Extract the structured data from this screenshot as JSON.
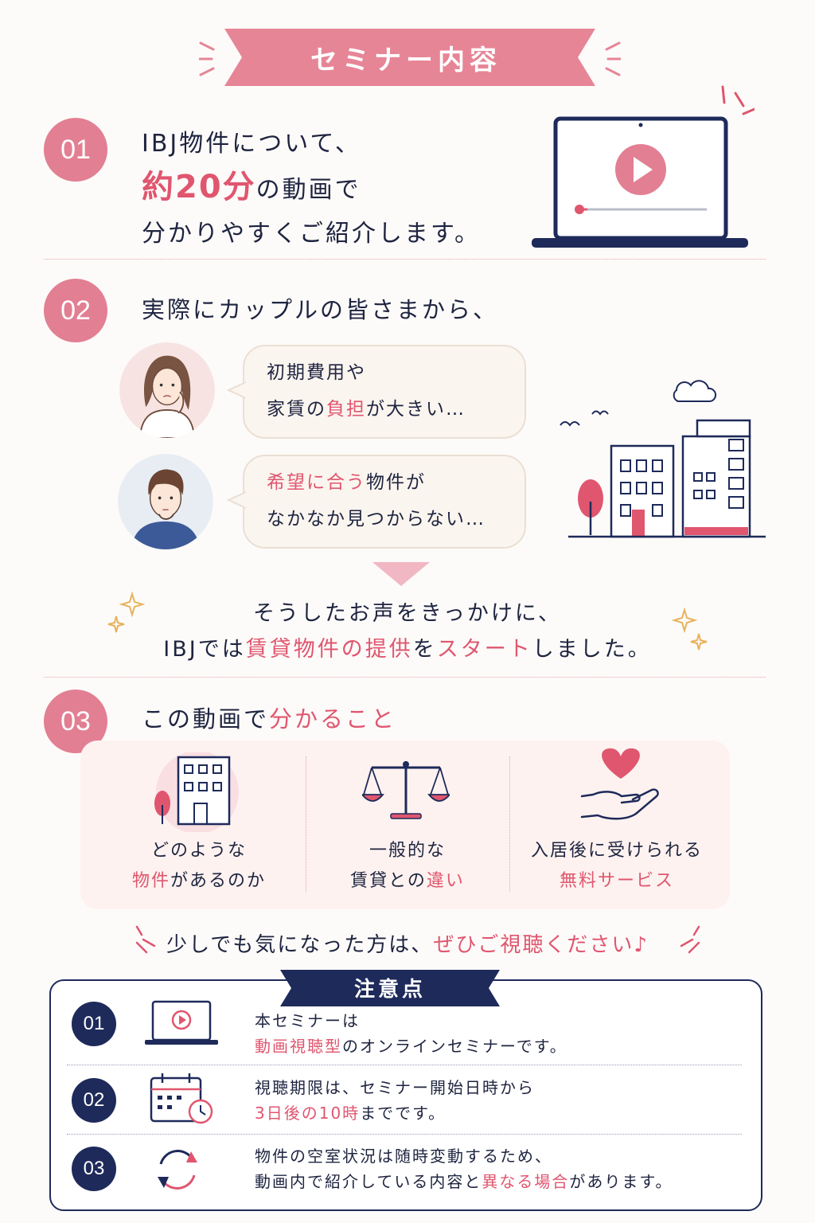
{
  "header": {
    "title": "セミナー内容"
  },
  "section1": {
    "number": "01",
    "line1": "IBJ物件について、",
    "line2_highlight": "約20分",
    "line2_rest": "の動画で",
    "line3": "分かりやすくご紹介します。"
  },
  "section2": {
    "number": "02",
    "heading": "実際にカップルの皆さまから、",
    "bubble1": {
      "line1": "初期費用や",
      "line2_a": "家賃の",
      "line2_hl": "負担",
      "line2_b": "が大きい…"
    },
    "bubble2": {
      "line1_hl": "希望に合う",
      "line1_b": "物件が",
      "line2": "なかなか見つからない…"
    },
    "conclusion1": "そうしたお声をきっかけに、",
    "conclusion2": {
      "a": "IBJでは",
      "b": "賃貸物件の提供",
      "c": "を",
      "d": "スタート",
      "e": "しました。"
    }
  },
  "section3": {
    "number": "03",
    "heading_a": "この動画で",
    "heading_hl": "分かること",
    "features": [
      {
        "line1": "どのような",
        "line2_hl": "物件",
        "line2_b": "があるのか",
        "icon": "building-icon"
      },
      {
        "line1": "一般的な",
        "line2_a": "賃貸との",
        "line2_hl": "違い",
        "icon": "scale-icon"
      },
      {
        "line1": "入居後に受けられる",
        "line2_hl": "無料サービス",
        "icon": "heart-hand-icon"
      }
    ]
  },
  "cta": {
    "a": "少しでも気になった方は、",
    "hl": "ぜひご視聴ください♪"
  },
  "notes": {
    "title": "注意点",
    "items": [
      {
        "number": "01",
        "line1": "本セミナーは",
        "line2_hl": "動画視聴型",
        "line2_b": "のオンラインセミナーです。",
        "icon": "laptop-play-icon"
      },
      {
        "number": "02",
        "line1": "視聴期限は、セミナー開始日時から",
        "line2_hl": "3日後の10時",
        "line2_b": "までです。",
        "icon": "calendar-clock-icon"
      },
      {
        "number": "03",
        "line1": "物件の空室状況は随時変動するため、",
        "line2_a": "動画内で紹介している内容と",
        "line2_hl": "異なる場合",
        "line2_b": "があります。",
        "icon": "refresh-icon"
      }
    ]
  },
  "colors": {
    "accent_pink": "#e0566f",
    "circle_pink": "#e27f93",
    "navy": "#1e2a5a",
    "text": "#1e2440"
  }
}
